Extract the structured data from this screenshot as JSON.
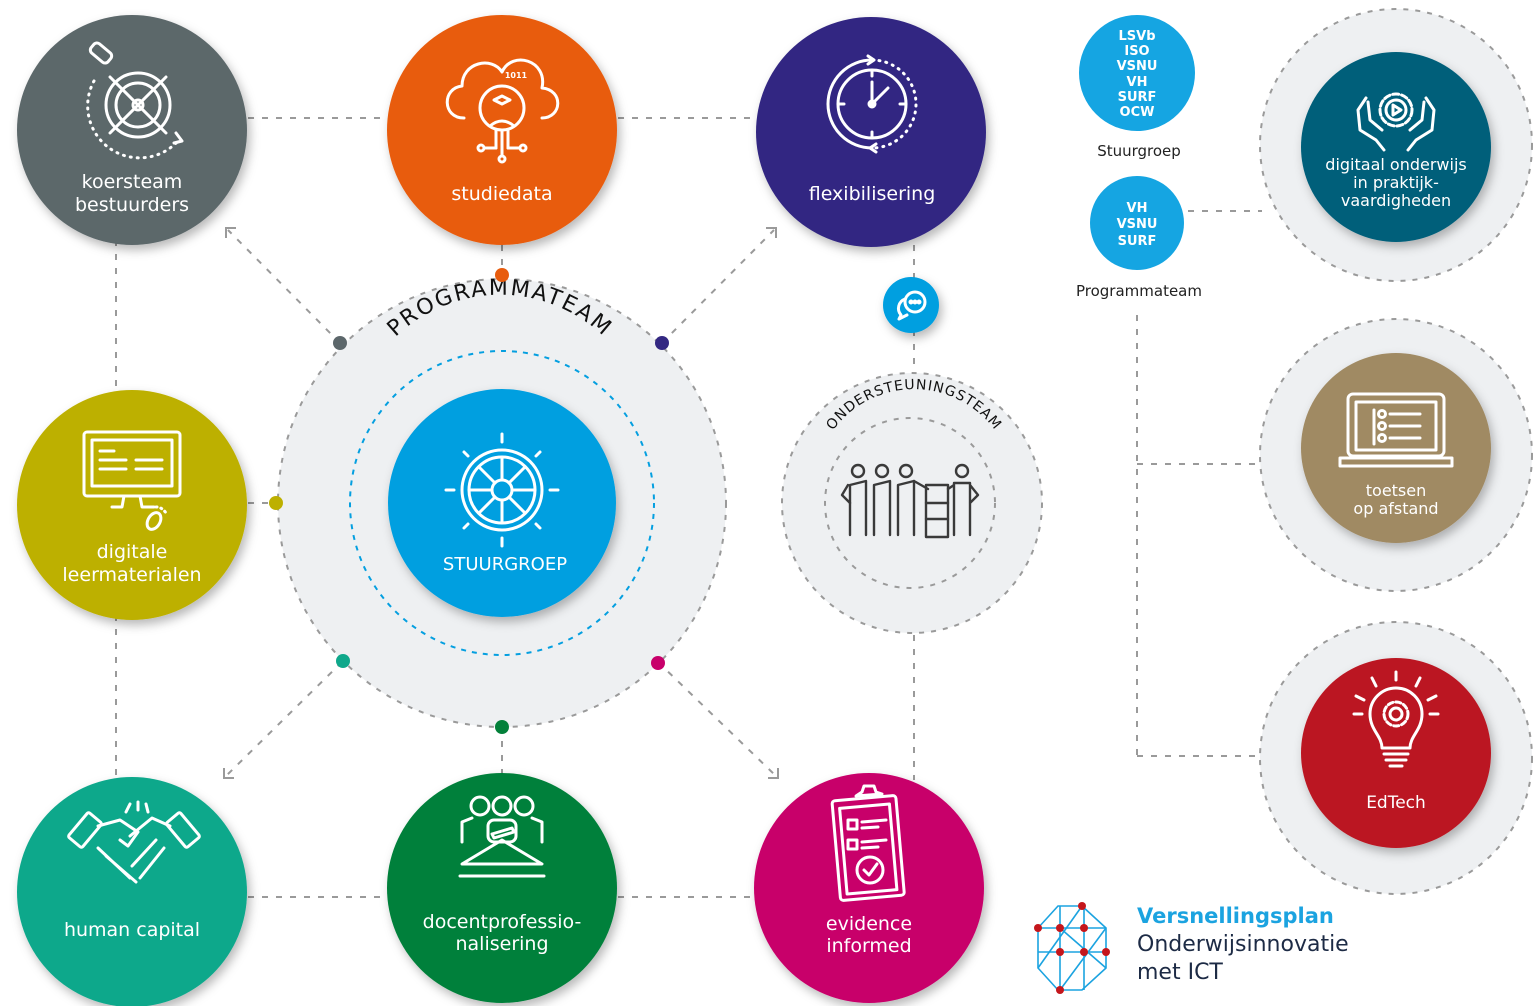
{
  "colors": {
    "koersteam": "#5c676b",
    "studiedata": "#e85c0d",
    "flexibilisering": "#332882",
    "digitale": "#bdb000",
    "human": "#0fa88b",
    "docent": "#03803a",
    "evidence": "#c8006b",
    "stuurgroep": "#049fe0",
    "partners": "#15a5e2",
    "digitaal_praktijk": "#005f7a",
    "toetsen": "#a08a63",
    "edtech": "#bb1621",
    "halo": "#eef0f2",
    "connector": "#9a9a9a"
  },
  "themes": {
    "koersteam": {
      "line1": "koersteam",
      "line2": "bestuurders",
      "icon": "compass-icon"
    },
    "studiedata": {
      "line1": "studiedata",
      "icon": "cloud-student-data-icon"
    },
    "flexibilisering": {
      "line1": "flexibilisering",
      "icon": "clock-cycle-icon"
    },
    "digitale": {
      "line1": "digitale",
      "line2": "leermaterialen",
      "icon": "monitor-mouse-icon"
    },
    "human": {
      "line1": "human capital",
      "icon": "handshake-icon"
    },
    "docent": {
      "line1": "docentprofessio-",
      "line2": "nalisering",
      "icon": "meeting-table-icon"
    },
    "evidence": {
      "line1": "evidence",
      "line2": "informed",
      "icon": "clipboard-check-icon"
    }
  },
  "center": {
    "ring_title": "PROGRAMMATEAM",
    "core_label": "STUURGROEP",
    "core_icon": "ship-wheel-icon"
  },
  "support": {
    "title": "ONDERSTEUNINGSTEAM",
    "icon": "team-cabinet-icon",
    "chat_icon": "chat-bubbles-icon"
  },
  "legend": {
    "stuurgroep_members": [
      "LSVb",
      "ISO",
      "VSNU",
      "VH",
      "SURF",
      "OCW"
    ],
    "stuurgroep_caption": "Stuurgroep",
    "programmateam_members": [
      "VH",
      "VSNU",
      "SURF"
    ],
    "programmateam_caption": "Programmateam"
  },
  "zones": {
    "digitaal_praktijk": {
      "line1": "digitaal onderwijs",
      "line2": "in praktijk-",
      "line3": "vaardigheden",
      "icon": "hands-gear-play-icon"
    },
    "toetsen": {
      "line1": "toetsen",
      "line2": "op afstand",
      "icon": "laptop-quiz-icon"
    },
    "edtech": {
      "line1": "EdTech",
      "icon": "lightbulb-gear-icon"
    }
  },
  "logo": {
    "line1": "Versnellingsplan",
    "line2": "Onderwijsinnovatie",
    "line3": "met ICT"
  }
}
